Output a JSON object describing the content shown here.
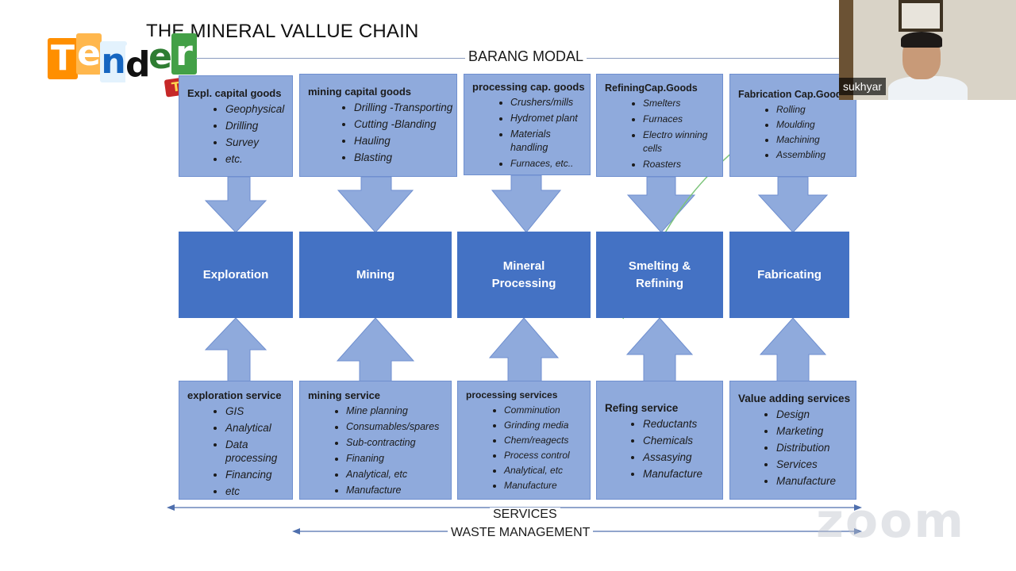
{
  "title": "THE MINERAL VALLUE CHAIN",
  "top_label": "BARANG MODAL",
  "logo": {
    "letters": [
      "T",
      "e",
      "n",
      "d",
      "e",
      "r"
    ],
    "sub": "TV"
  },
  "capital_goods": [
    {
      "title": "Expl. capital goods",
      "items": [
        "Geophysical",
        "Drilling",
        "Survey",
        "etc."
      ]
    },
    {
      "title": "mining capital goods",
      "items": [
        "Drilling  -Transporting",
        "Cutting  -Blanding",
        "Hauling",
        "Blasting"
      ]
    },
    {
      "title": "processing cap. goods",
      "items": [
        "Crushers/mills",
        "Hydromet plant",
        "Materials handling",
        "Furnaces, etc.."
      ]
    },
    {
      "title": "RefiningCap.Goods",
      "items": [
        "Smelters",
        "Furnaces",
        "Electro winning cells",
        "Roasters"
      ]
    },
    {
      "title": "Fabrication Cap.Goods",
      "items": [
        "Rolling",
        "Moulding",
        "Machining",
        "Assembling"
      ]
    }
  ],
  "stages": [
    "Exploration",
    "Mining",
    "Mineral Processing",
    "Smelting & Refining",
    "Fabricating"
  ],
  "services": [
    {
      "title": "exploration service",
      "items": [
        "GIS",
        "Analytical",
        "Data processing",
        "Financing",
        "etc"
      ]
    },
    {
      "title": "mining service",
      "items": [
        "Mine planning",
        "Consumables/spares",
        "Sub-contracting",
        "Finaning",
        "Analytical, etc",
        "Manufacture"
      ]
    },
    {
      "title": "processing services",
      "items": [
        "Comminution",
        "Grinding media",
        "Chem/reagects",
        "Process control",
        "Analytical, etc",
        "Manufacture"
      ]
    },
    {
      "title": "Refing service",
      "items": [
        "Reductants",
        "Chemicals",
        "Assasying",
        "Manufacture"
      ]
    },
    {
      "title": "Value adding services",
      "items": [
        "Design",
        "Marketing",
        "Distribution",
        "Services",
        "Manufacture"
      ]
    }
  ],
  "bottom_labels": {
    "services": "SERVICES",
    "waste": "WASTE MANAGEMENT"
  },
  "participant": {
    "name": "sukhyar"
  },
  "watermark": "zoom",
  "colors": {
    "light_box": "#8faadc",
    "stage_box": "#4472c4",
    "annotation": "#7cc47a"
  }
}
